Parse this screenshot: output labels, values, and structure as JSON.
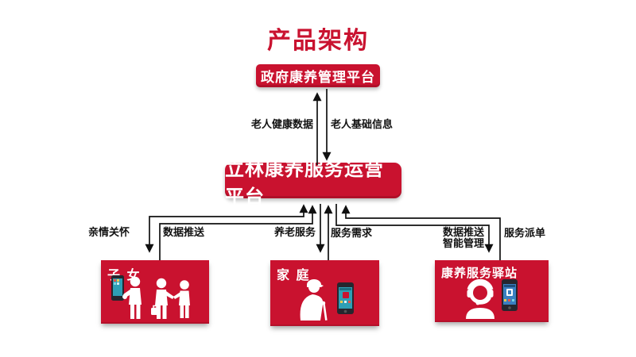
{
  "title": "产品架构",
  "colors": {
    "brand_red": "#C9122F",
    "line_ink": "#111111",
    "phone_screen": "#2E9FB5",
    "white": "#ffffff"
  },
  "nodes": {
    "government": {
      "label": "政府康养管理平台"
    },
    "platform": {
      "label": "立林康养服务运营平台"
    },
    "children": {
      "label": "子 女",
      "icon": "people-with-phone-icon"
    },
    "family": {
      "label": "家 庭",
      "icon": "elderly-with-cane-and-phone-icon"
    },
    "station": {
      "label": "康养服务驿站",
      "icon": "headset-agent-with-phone-icon"
    }
  },
  "edges": {
    "health_data": {
      "label": "老人健康数据",
      "from": "platform",
      "to": "government",
      "direction": "up"
    },
    "basic_info": {
      "label": "老人基础信息",
      "from": "government",
      "to": "platform",
      "direction": "down"
    },
    "family_care": {
      "label": "亲情关怀",
      "between": [
        "platform",
        "children"
      ],
      "direction": "both"
    },
    "data_push_left": {
      "label": "数据推送",
      "from": "children",
      "to": "platform",
      "direction": "up"
    },
    "elder_service": {
      "label": "养老服务",
      "from": "platform",
      "to": "family",
      "direction": "down"
    },
    "service_demand": {
      "label": "服务需求",
      "from": "family",
      "to": "platform",
      "direction": "up"
    },
    "data_push_right": {
      "label_line1": "数据推送",
      "label_line2": "智能管理",
      "from": "platform",
      "to": "station",
      "direction": "down"
    },
    "dispatch": {
      "label": "服务派单",
      "from": "station",
      "to": "platform",
      "direction": "up"
    }
  }
}
